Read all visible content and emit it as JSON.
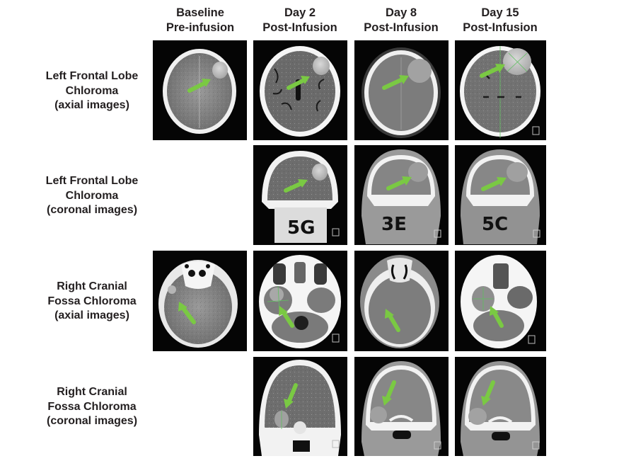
{
  "figure": {
    "columns": [
      {
        "line1": "Baseline",
        "line2": "Pre-infusion"
      },
      {
        "line1": "Day 2",
        "line2": "Post-Infusion"
      },
      {
        "line1": "Day 8",
        "line2": "Post-Infusion"
      },
      {
        "line1": "Day 15",
        "line2": "Post-Infusion"
      }
    ],
    "rows": [
      {
        "line1": "Left Frontal Lobe",
        "line2": "Chloroma",
        "line3": "(axial images)"
      },
      {
        "line1": "Left Frontal Lobe",
        "line2": "Chloroma",
        "line3": "(coronal images)"
      },
      {
        "line1": "Right Cranial",
        "line2": "Fossa Chloroma",
        "line3": "(axial images)"
      },
      {
        "line1": "Right Cranial",
        "line2": "Fossa Chloroma",
        "line3": "(coronal images)"
      }
    ],
    "panels": [
      {
        "row": 0,
        "col": 0,
        "present": true,
        "view": "axial-ct-scan",
        "arrow_direction": "up-right"
      },
      {
        "row": 0,
        "col": 1,
        "present": true,
        "view": "axial-ct-scan",
        "arrow_direction": "up-right"
      },
      {
        "row": 0,
        "col": 2,
        "present": true,
        "view": "axial-ct-scan",
        "arrow_direction": "up-right"
      },
      {
        "row": 0,
        "col": 3,
        "present": true,
        "view": "axial-ct-scan",
        "arrow_direction": "up-right",
        "has_measurement_overlay": true
      },
      {
        "row": 1,
        "col": 0,
        "present": false
      },
      {
        "row": 1,
        "col": 1,
        "present": true,
        "view": "coronal-ct-scan",
        "arrow_direction": "up-right"
      },
      {
        "row": 1,
        "col": 2,
        "present": true,
        "view": "coronal-ct-scan",
        "arrow_direction": "up-right"
      },
      {
        "row": 1,
        "col": 3,
        "present": true,
        "view": "coronal-ct-scan",
        "arrow_direction": "up-right"
      },
      {
        "row": 2,
        "col": 0,
        "present": true,
        "view": "axial-ct-scan",
        "arrow_direction": "up-left"
      },
      {
        "row": 2,
        "col": 1,
        "present": true,
        "view": "axial-ct-scan",
        "arrow_direction": "up-left",
        "has_measurement_overlay": true
      },
      {
        "row": 2,
        "col": 2,
        "present": true,
        "view": "axial-ct-scan",
        "arrow_direction": "up-left"
      },
      {
        "row": 2,
        "col": 3,
        "present": true,
        "view": "axial-ct-scan",
        "arrow_direction": "up-left",
        "has_measurement_overlay": true
      },
      {
        "row": 3,
        "col": 0,
        "present": false
      },
      {
        "row": 3,
        "col": 1,
        "present": true,
        "view": "coronal-ct-scan",
        "arrow_direction": "down-left",
        "has_measurement_overlay": true
      },
      {
        "row": 3,
        "col": 2,
        "present": true,
        "view": "coronal-ct-scan",
        "arrow_direction": "down-left"
      },
      {
        "row": 3,
        "col": 3,
        "present": true,
        "view": "coronal-ct-scan",
        "arrow_direction": "down-left"
      }
    ],
    "colors": {
      "arrow": "#7ac943",
      "panel_background": "#050505",
      "skull": "#f2f2f2",
      "brain": "#8a8a8a",
      "lesion": "#c4c4c4",
      "measurement": "#5fbf5f",
      "text": "#231f20"
    }
  }
}
